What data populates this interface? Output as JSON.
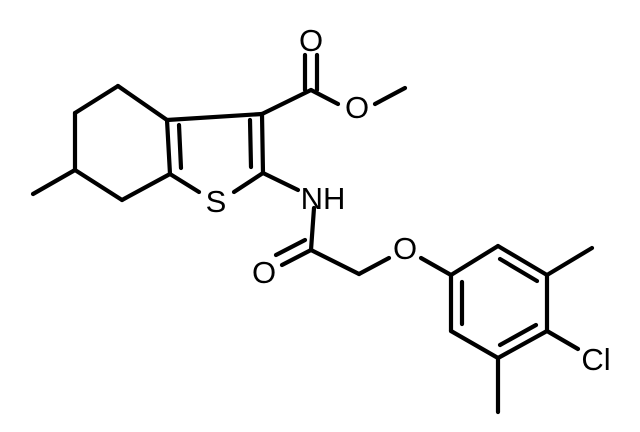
{
  "molecule": {
    "atoms": {
      "O_carbonyl_top": "O",
      "O_ester": "O",
      "S_ring": "S",
      "NH_amide": "NH",
      "O_amide": "O",
      "O_ether": "O",
      "Cl": "Cl"
    }
  },
  "colors": {
    "bond": "#000000",
    "label": "#000000",
    "background": "#ffffff"
  }
}
